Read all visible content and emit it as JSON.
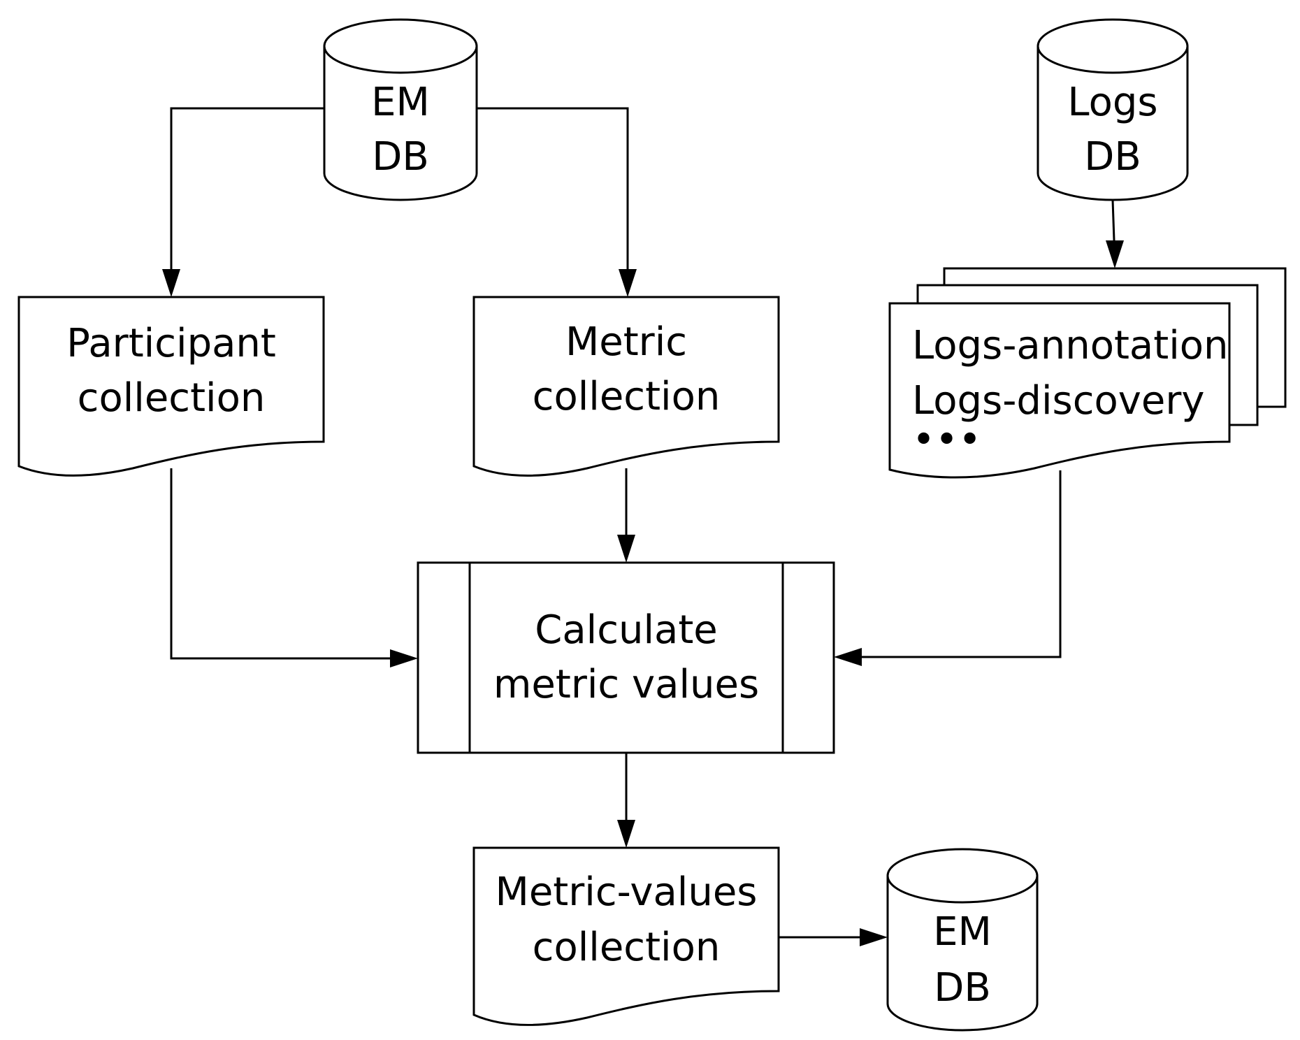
{
  "diagram": {
    "nodes": {
      "em_db_top": {
        "line1": "EM",
        "line2": "DB"
      },
      "logs_db": {
        "line1": "Logs",
        "line2": "DB"
      },
      "participant_collection": {
        "line1": "Participant",
        "line2": "collection"
      },
      "metric_collection": {
        "line1": "Metric",
        "line2": "collection"
      },
      "logs_stack": {
        "line1": "Logs-annotation",
        "line2": "Logs-discovery",
        "more": "•••"
      },
      "calculate": {
        "line1": "Calculate",
        "line2": "metric values"
      },
      "metric_values_collection": {
        "line1": "Metric-values",
        "line2": "collection"
      },
      "em_db_bottom": {
        "line1": "EM",
        "line2": "DB"
      }
    },
    "edges": [
      {
        "from": "em_db_top",
        "to": "participant_collection"
      },
      {
        "from": "em_db_top",
        "to": "metric_collection"
      },
      {
        "from": "logs_db",
        "to": "logs_stack"
      },
      {
        "from": "participant_collection",
        "to": "calculate"
      },
      {
        "from": "metric_collection",
        "to": "calculate"
      },
      {
        "from": "logs_stack",
        "to": "calculate"
      },
      {
        "from": "calculate",
        "to": "metric_values_collection"
      },
      {
        "from": "metric_values_collection",
        "to": "em_db_bottom"
      }
    ]
  }
}
